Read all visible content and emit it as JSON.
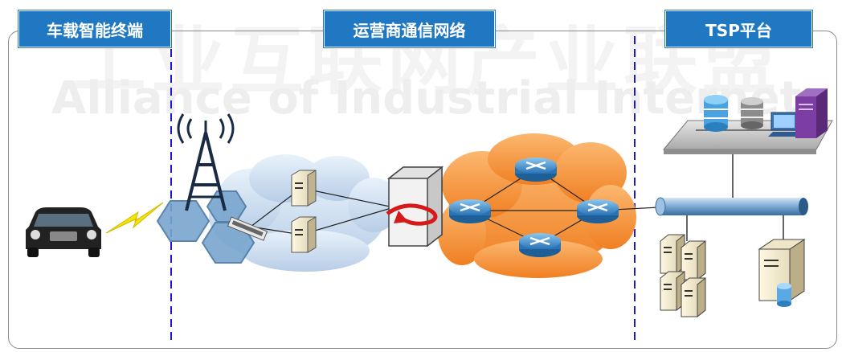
{
  "labels": {
    "vehicle": "车载智能终端",
    "carrier": "运营商通信网络",
    "tsp": "TSP平台"
  },
  "watermark": {
    "cn": "工业互联网产业联盟",
    "en": "Alliance of Industrial Internet"
  },
  "colors": {
    "label_bg": "#1f78c1",
    "divider": "#1a1ad6",
    "cloud_blue": "#cfe0f2",
    "cloud_orange": "#f59a3c",
    "router": "#3f8fd0"
  },
  "icons": [
    "car-icon",
    "lightning-icon",
    "cell-tower-icon",
    "hexagon-cells",
    "switch-icon",
    "server-icon",
    "firewall-icon",
    "router-icon",
    "bus-line",
    "database-icon",
    "workstation-icon",
    "server-rack-icon"
  ]
}
